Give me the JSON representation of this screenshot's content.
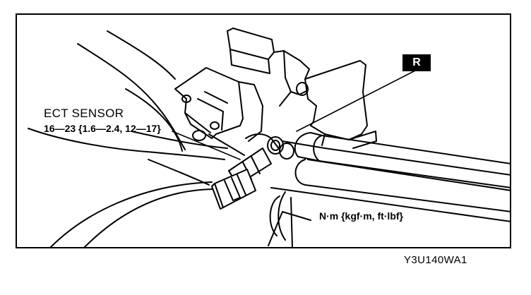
{
  "labels": {
    "component_name": "ECT SENSOR",
    "component_torque": "16—23 {1.6—2.4, 12—17}",
    "torque_units": "N·m {kgf·m, ft·lbf}",
    "figure_code": "Y3U140WA1"
  },
  "callouts": {
    "r_marker": "R"
  }
}
